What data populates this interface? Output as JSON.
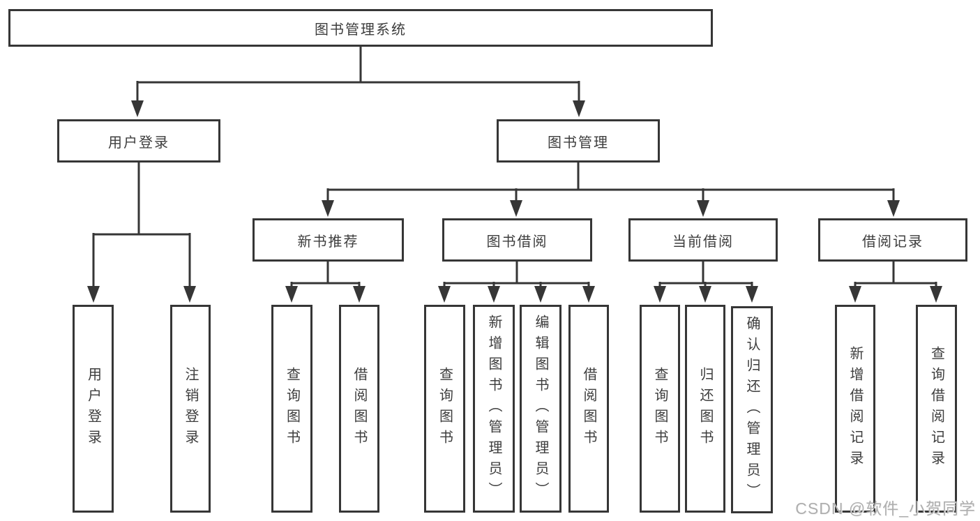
{
  "colors": {
    "background": "#ffffff",
    "line": "#363636",
    "box_border": "#363636",
    "text": "#3d3d3d",
    "watermark": "#aeaeae"
  },
  "tree": {
    "root": {
      "label": "图书管理系统"
    },
    "branches": [
      {
        "label": "用户登录",
        "children": [
          {
            "label": "用户登录"
          },
          {
            "label": "注销登录"
          }
        ]
      },
      {
        "label": "图书管理",
        "children": [
          {
            "label": "新书推荐",
            "children": [
              {
                "label": "查询图书"
              },
              {
                "label": "借阅图书"
              }
            ]
          },
          {
            "label": "图书借阅",
            "children": [
              {
                "label": "查询图书"
              },
              {
                "label": "新增图书（管理员）"
              },
              {
                "label": "编辑图书（管理员）"
              },
              {
                "label": "借阅图书"
              }
            ]
          },
          {
            "label": "当前借阅",
            "children": [
              {
                "label": "查询图书"
              },
              {
                "label": "归还图书"
              },
              {
                "label": "确认归还（管理员）"
              }
            ]
          },
          {
            "label": "借阅记录",
            "children": [
              {
                "label": "新增借阅记录"
              },
              {
                "label": "查询借阅记录"
              }
            ]
          }
        ]
      }
    ]
  },
  "watermark": {
    "text": "CSDN @软件_小贺同学"
  }
}
